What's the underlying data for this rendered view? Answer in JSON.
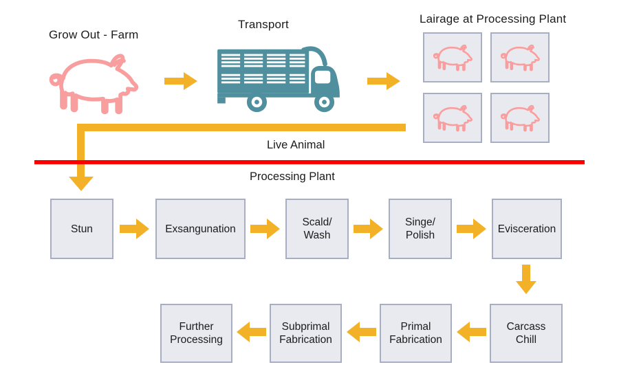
{
  "colors": {
    "arrow": "#F2B127",
    "divider": "#FC0000",
    "box_fill": "#E9EAF0",
    "box_border": "#A7AEC4",
    "pig": "#F99E9E",
    "truck": "#4F8F9E",
    "text": "#1B1B1B",
    "background": "#FFFFFF"
  },
  "stages": {
    "farm": {
      "label": "Grow Out - Farm",
      "icon": "pig-icon"
    },
    "transport": {
      "label": "Transport",
      "icon": "livestock-truck-icon"
    },
    "lairage": {
      "label": "Lairage at Processing Plant",
      "icon": "pig-icon",
      "pen_count": 4
    }
  },
  "connector": {
    "label": "Live Animal"
  },
  "divider": {
    "label": "Processing Plant"
  },
  "process_row1": [
    {
      "label": "Stun"
    },
    {
      "label": "Exsangunation"
    },
    {
      "label": "Scald/\nWash"
    },
    {
      "label": "Singe/\nPolish"
    },
    {
      "label": "Evisceration"
    }
  ],
  "process_row2": [
    {
      "label": "Further\nProcessing"
    },
    {
      "label": "Subprimal\nFabrication"
    },
    {
      "label": "Primal\nFabrication"
    },
    {
      "label": "Carcass\nChill"
    }
  ]
}
